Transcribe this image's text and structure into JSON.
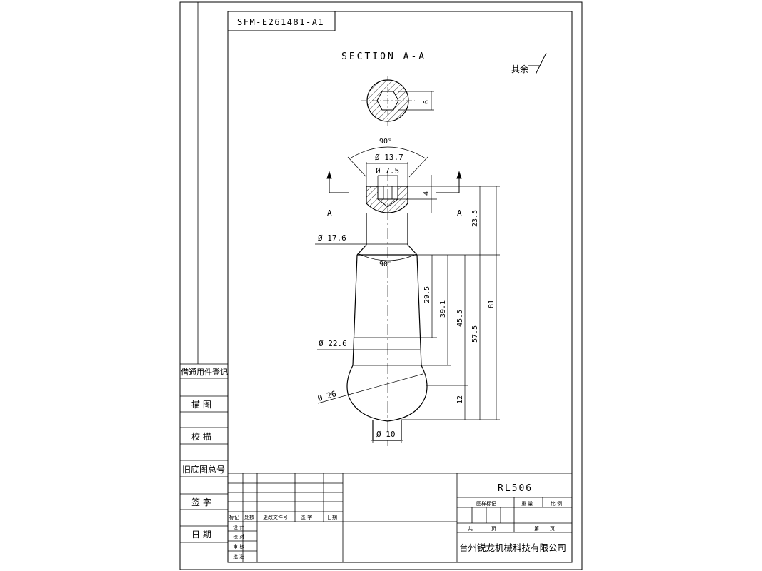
{
  "drawing_number": "SFM-E261481-A1",
  "section_title": "SECTION A-A",
  "surface_finish_note": "其余",
  "section_markers": {
    "left": "A",
    "right": "A"
  },
  "dimensions": {
    "section_width": "6",
    "head_angle": "90°",
    "head_outer_dia": "Ø 13.7",
    "hex_dia": "Ø 7.5",
    "hex_depth": "4",
    "shaft_dia": "Ø 17.6",
    "neck_angle": "90°",
    "len_23_5": "23.5",
    "len_29_5": "29.5",
    "len_39_1": "39.1",
    "len_45_5": "45.5",
    "len_57_5": "57.5",
    "len_81": "81",
    "len_12": "12",
    "taper_dia": "Ø 22.6",
    "ball_dia": "Ø 26",
    "tip_dia": "Ø 10"
  },
  "left_panel": {
    "r1": "借通用件登记",
    "r2": "描 图",
    "r3": "校 描",
    "r4": "旧底图总号",
    "r5": "签 字",
    "r6": "日 期"
  },
  "revision_block": {
    "headers": [
      "标记",
      "处数",
      "更改文件号",
      "签 字",
      "日期"
    ],
    "rows": [
      "设 计",
      "校 对",
      "审 核",
      "批 准"
    ]
  },
  "title_block": {
    "part_name": "RL506",
    "drawing_mark_label": "图样标记",
    "weight_label": "重 量",
    "scale_label": "比 例",
    "total_label": "共",
    "page_label": "页",
    "sheet_label": "第",
    "sheet_page_label": "页",
    "company": "台州锐龙机械科技有限公司"
  }
}
